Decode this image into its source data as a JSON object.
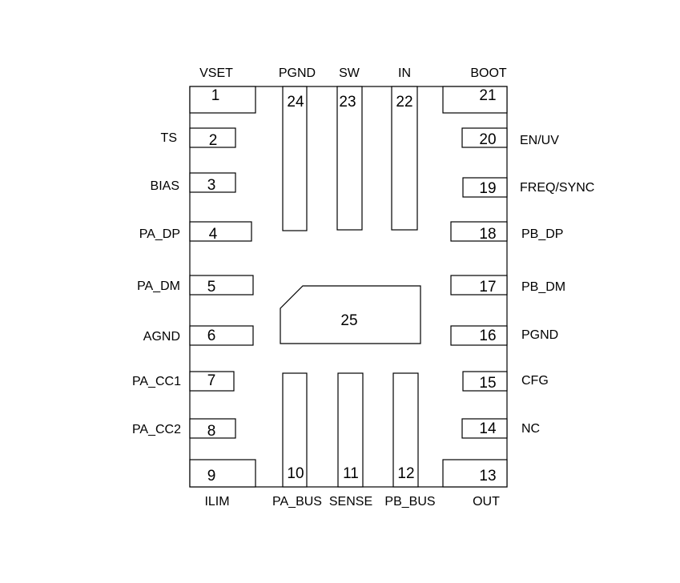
{
  "colors": {
    "stroke": "#000000",
    "fill": "#ffffff",
    "text": "#000000"
  },
  "package": {
    "exposed_pad": "25"
  },
  "pins": {
    "p1": {
      "num": "1",
      "name": "VSET"
    },
    "p2": {
      "num": "2",
      "name": "TS"
    },
    "p3": {
      "num": "3",
      "name": "BIAS"
    },
    "p4": {
      "num": "4",
      "name": "PA_DP"
    },
    "p5": {
      "num": "5",
      "name": "PA_DM"
    },
    "p6": {
      "num": "6",
      "name": "AGND"
    },
    "p7": {
      "num": "7",
      "name": "PA_CC1"
    },
    "p8": {
      "num": "8",
      "name": "PA_CC2"
    },
    "p9": {
      "num": "9",
      "name": "ILIM"
    },
    "p10": {
      "num": "10",
      "name": "PA_BUS"
    },
    "p11": {
      "num": "11",
      "name": "SENSE"
    },
    "p12": {
      "num": "12",
      "name": "PB_BUS"
    },
    "p13": {
      "num": "13",
      "name": "OUT"
    },
    "p14": {
      "num": "14",
      "name": "NC"
    },
    "p15": {
      "num": "15",
      "name": "CFG"
    },
    "p16": {
      "num": "16",
      "name": "PGND"
    },
    "p17": {
      "num": "17",
      "name": "PB_DM"
    },
    "p18": {
      "num": "18",
      "name": "PB_DP"
    },
    "p19": {
      "num": "19",
      "name": "FREQ/SYNC"
    },
    "p20": {
      "num": "20",
      "name": "EN/UV"
    },
    "p21": {
      "num": "21",
      "name": "BOOT"
    },
    "p22": {
      "num": "22",
      "name": "IN"
    },
    "p23": {
      "num": "23",
      "name": "SW"
    },
    "p24": {
      "num": "24",
      "name": "PGND"
    }
  }
}
